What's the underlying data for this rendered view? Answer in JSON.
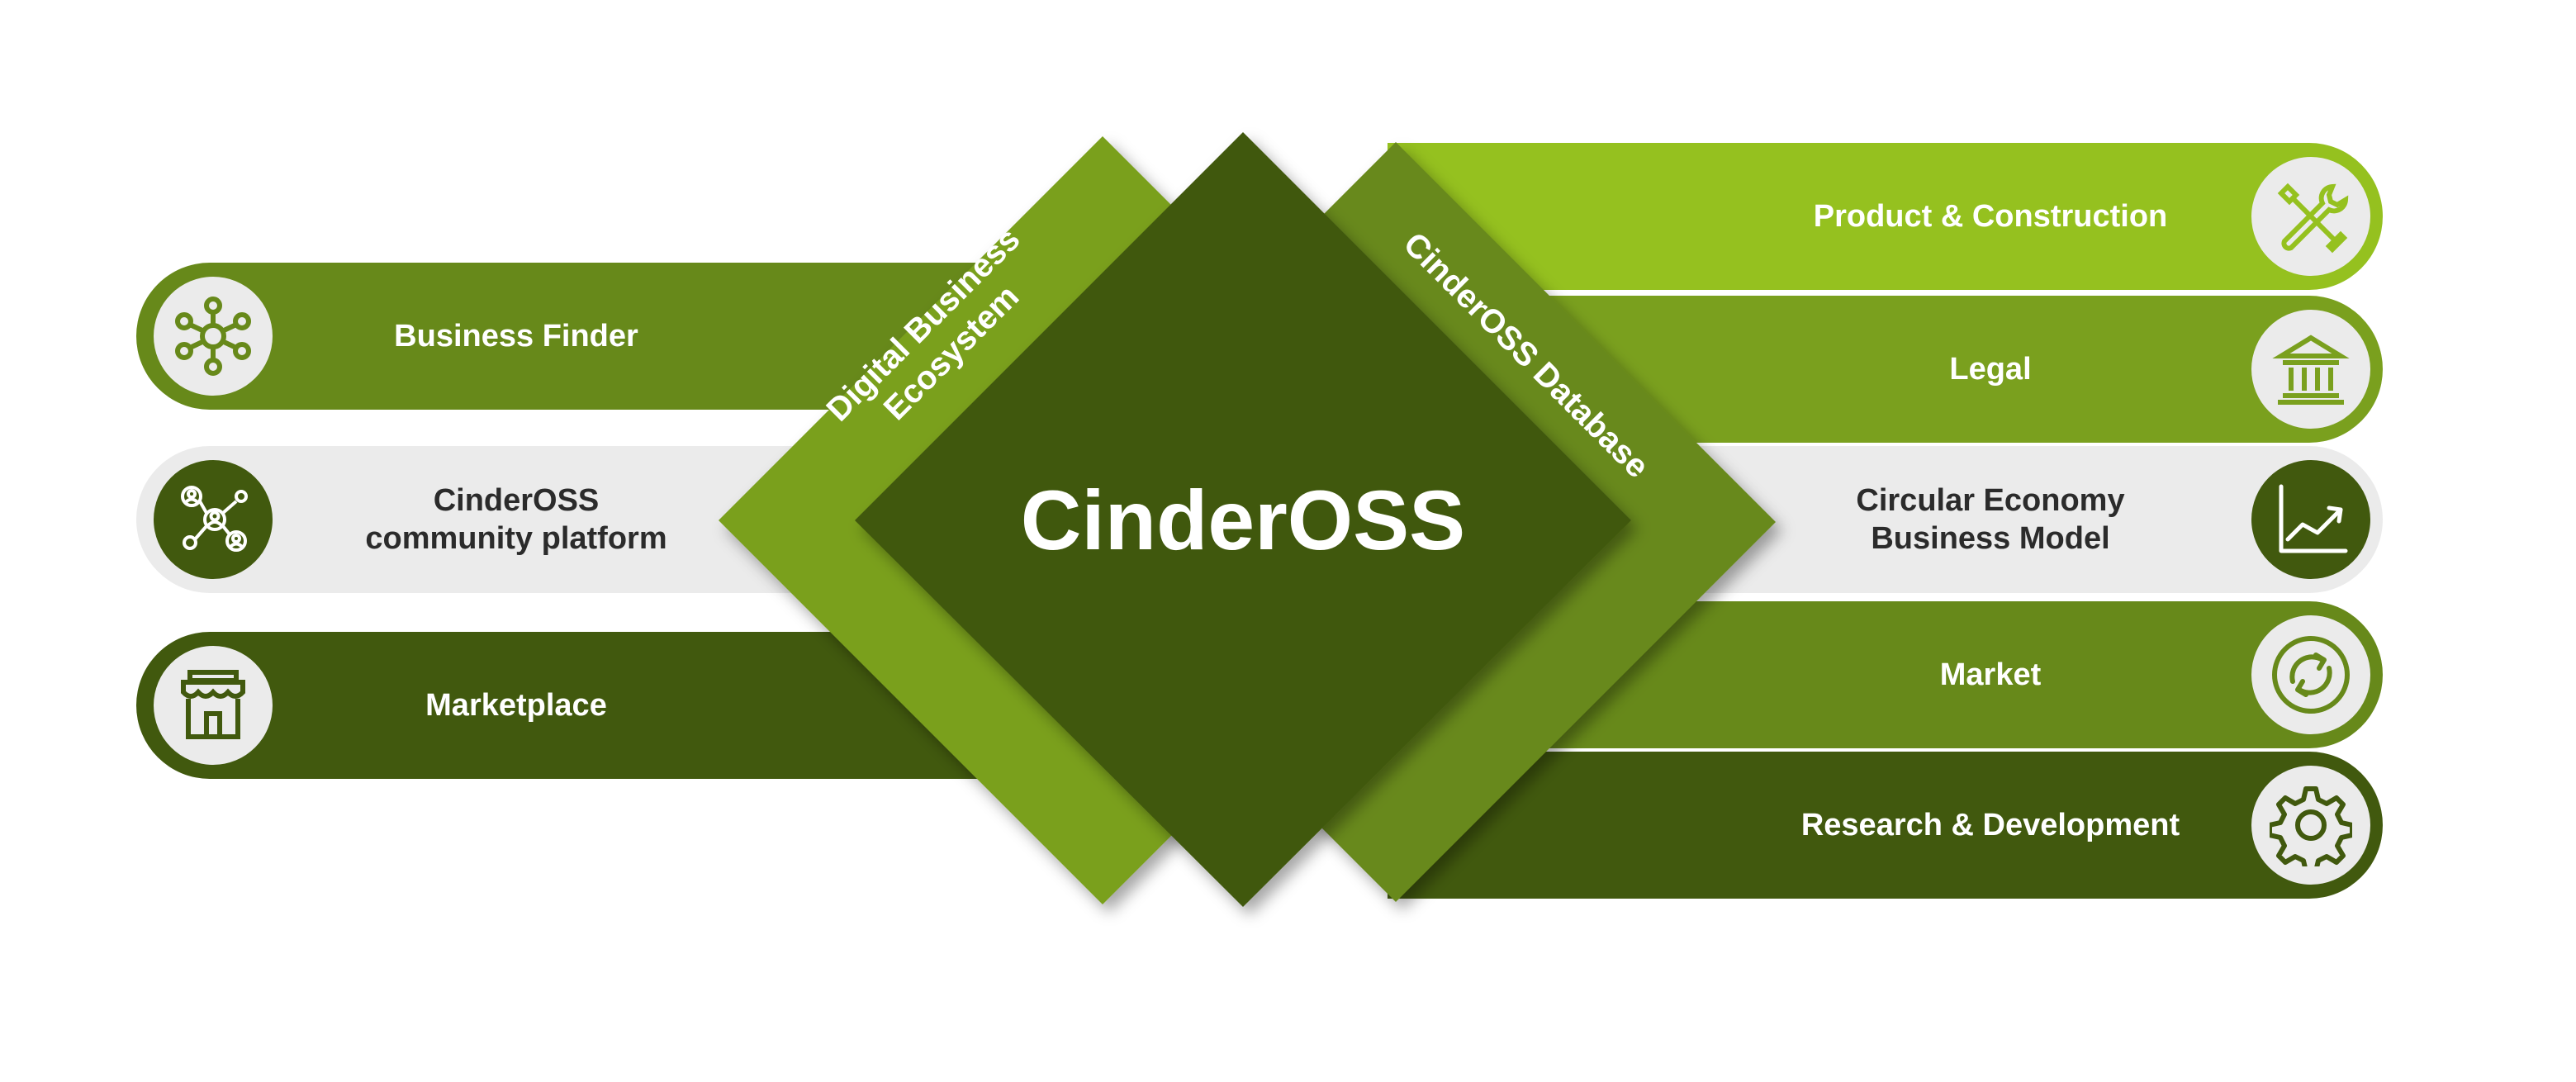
{
  "center": {
    "title": "CinderOSS"
  },
  "diamonds": {
    "left_label": "Digital Business\nEcosystem",
    "right_label": "CinderOSS Database"
  },
  "left_items": [
    {
      "label": "Business Finder",
      "icon": "network-hub-icon"
    },
    {
      "label": "CinderOSS\ncommunity platform",
      "icon": "community-users-icon"
    },
    {
      "label": "Marketplace",
      "icon": "storefront-icon"
    }
  ],
  "right_items": [
    {
      "label": "Product & Construction",
      "icon": "tools-wrench-screwdriver-icon"
    },
    {
      "label": "Legal",
      "icon": "courthouse-icon"
    },
    {
      "label": "Circular Economy\nBusiness Model",
      "icon": "growth-chart-icon"
    },
    {
      "label": "Market",
      "icon": "recycle-arrows-icon"
    },
    {
      "label": "Research & Development",
      "icon": "gear-icon"
    }
  ],
  "colors": {
    "light_green": "#95c11f",
    "mid_green": "#7aa01e",
    "olive_green": "#67891a",
    "dark_green": "#41590e",
    "pale_gray": "#ebebeb"
  }
}
